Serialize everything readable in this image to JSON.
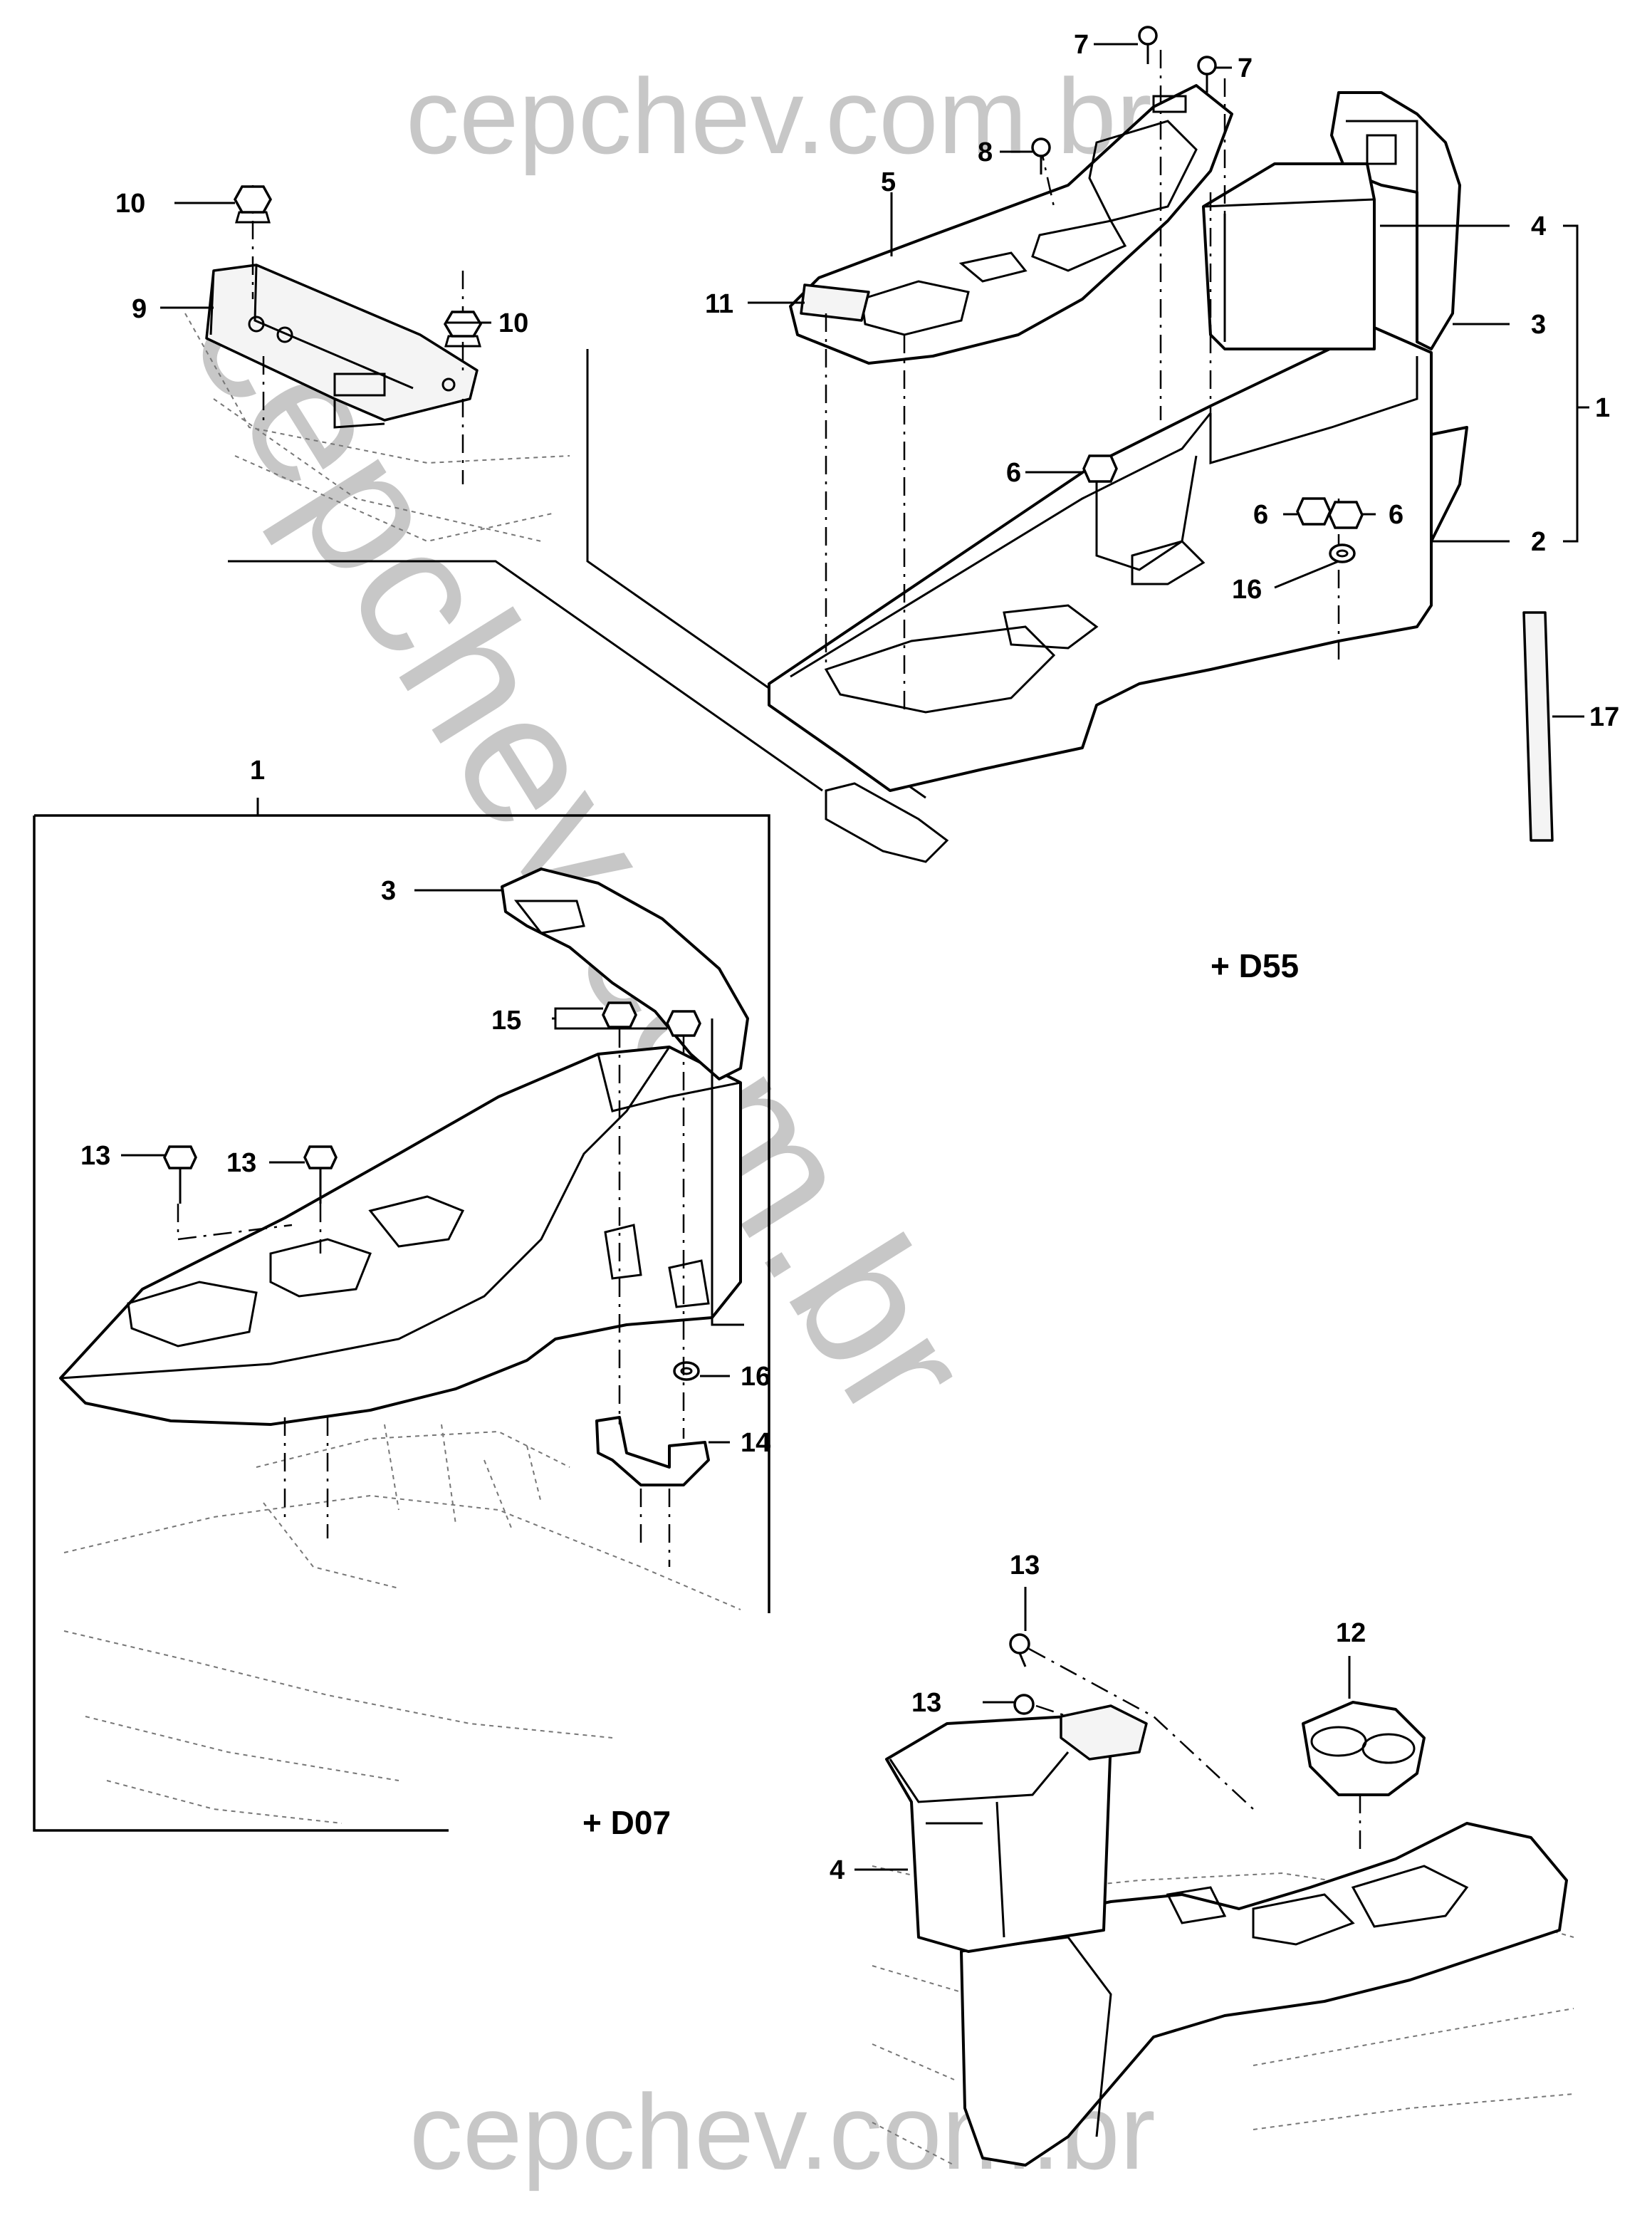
{
  "watermark": {
    "top": "cepchev.com.br",
    "bottom": "cepchev.com.br",
    "diagonal": "cepchev.com.br"
  },
  "variants": {
    "d55": "+ D55",
    "d07": "+ D07"
  },
  "callouts": {
    "c1_bracket": "1",
    "c1_frame": "1",
    "c2": "2",
    "c3_top": "3",
    "c3_frame": "3",
    "c4_top": "4",
    "c4_bottom": "4",
    "c5": "5",
    "c6_left": "6",
    "c6_mid": "6",
    "c6_right": "6",
    "c7_left": "7",
    "c7_right": "7",
    "c8": "8",
    "c9": "9",
    "c10_top": "10",
    "c10_right": "10",
    "c11": "11",
    "c12": "12",
    "c13_a": "13",
    "c13_b": "13",
    "c13_c": "13",
    "c13_d": "13",
    "c14": "14",
    "c15": "15",
    "c16_top": "16",
    "c16_frame": "16",
    "c17": "17"
  }
}
